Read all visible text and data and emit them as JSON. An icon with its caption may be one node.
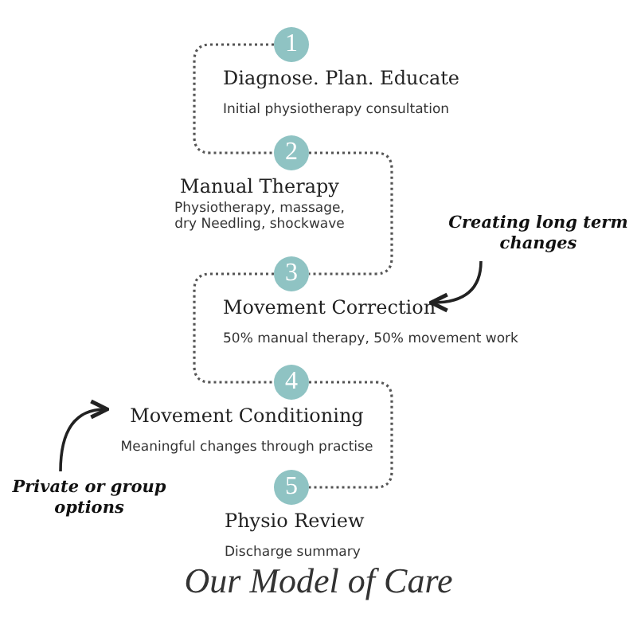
{
  "diagram": {
    "title": "Our Model of Care",
    "nodes": [
      {
        "text": [
          "1"
        ],
        "beside": [
          "Diagnose. Plan. Educate",
          "Initial physiotherapy consultation"
        ]
      },
      {
        "text": [
          "2"
        ],
        "beside": [
          "Manual Therapy",
          "Physiotherapy, massage, dry Needling, shockwave"
        ]
      },
      {
        "text": [
          "3"
        ],
        "beside": [
          "Movement Correction",
          "50% manual therapy, 50% movement work"
        ]
      },
      {
        "text": [
          "4"
        ],
        "beside": [
          "Movement Conditioning",
          "Meaningful changes through practise"
        ]
      },
      {
        "text": [
          "5"
        ],
        "beside": [
          "Physio Review",
          "Discharge summary"
        ]
      },
      {
        "text": [
          "Creating long term changes"
        ]
      },
      {
        "text": [
          "Private or group options"
        ]
      }
    ],
    "edges": [
      {
        "from": 0,
        "to": 1,
        "arrow": "none",
        "style": "dashed"
      },
      {
        "from": 1,
        "to": 2,
        "arrow": "none",
        "style": "dashed"
      },
      {
        "from": 2,
        "to": 3,
        "arrow": "none",
        "style": "dashed"
      },
      {
        "from": 3,
        "to": 4,
        "arrow": "none",
        "style": "dashed"
      },
      {
        "from": 5,
        "to": 2,
        "arrow": "to",
        "color": "#222222"
      },
      {
        "from": 6,
        "to": 3,
        "arrow": "to",
        "color": "#222222"
      }
    ]
  }
}
